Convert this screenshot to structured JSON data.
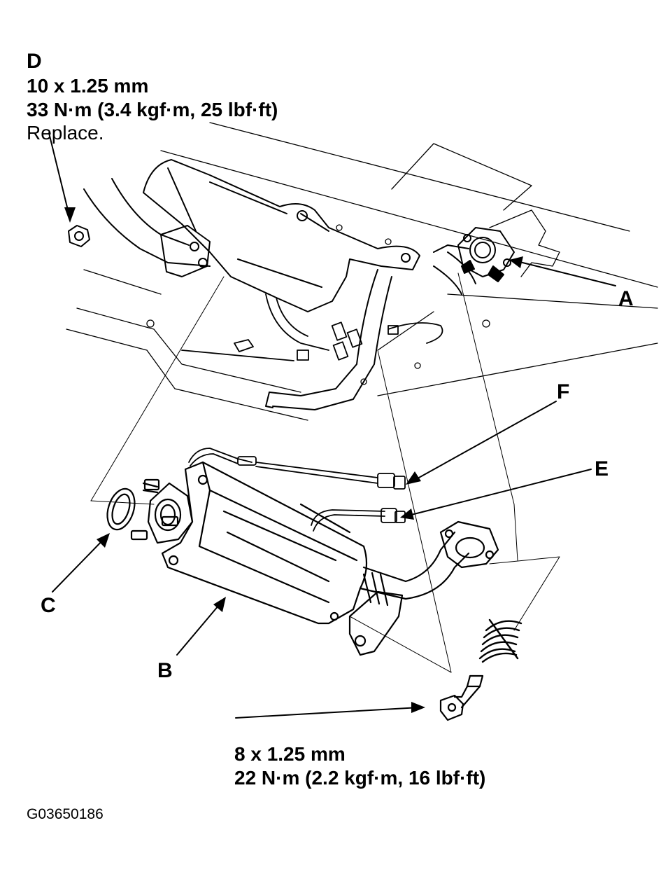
{
  "labels": {
    "a": "A",
    "b": "B",
    "c": "C",
    "d": "D",
    "e": "E",
    "f": "F"
  },
  "spec_d": {
    "size": "10 x 1.25 mm",
    "torque": "33 N·m (3.4 kgf·m, 25 lbf·ft)",
    "note": "Replace."
  },
  "spec_bolt": {
    "size": "8 x 1.25 mm",
    "torque": "22 N·m (2.2 kgf·m, 16 lbf·ft)"
  },
  "figure_id": "G03650186"
}
